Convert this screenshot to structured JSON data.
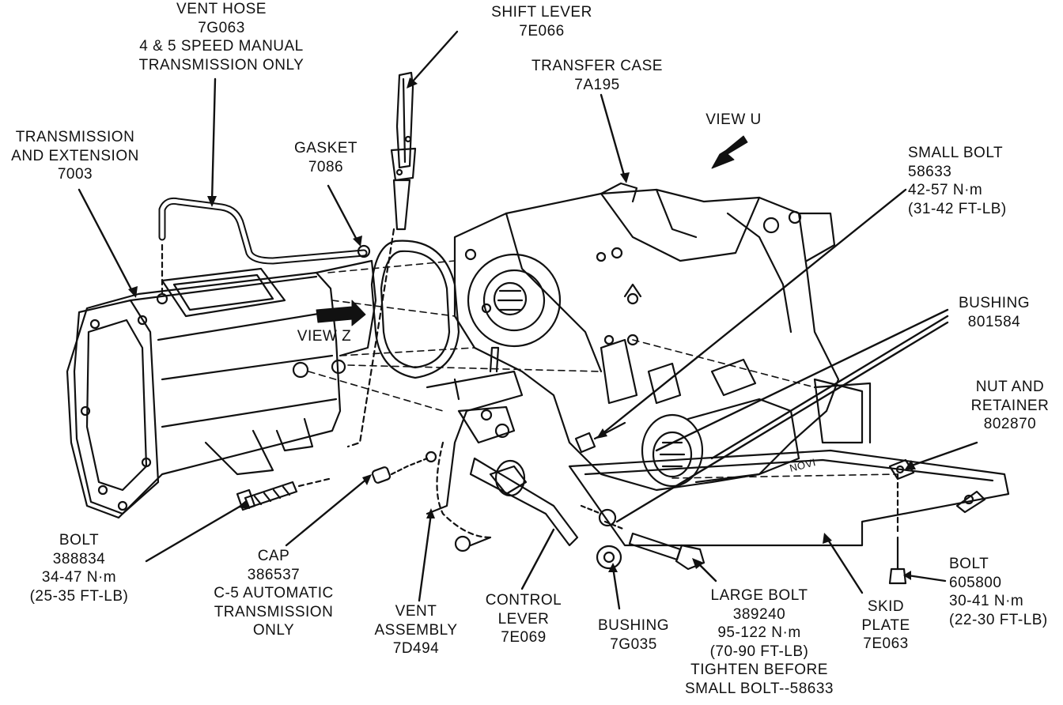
{
  "colors": {
    "ink": "#111111",
    "paper": "#ffffff"
  },
  "labels": {
    "vent_hose": [
      "VENT HOSE",
      "7G063",
      "4 & 5 SPEED MANUAL",
      "TRANSMISSION ONLY"
    ],
    "shift_lever": [
      "SHIFT LEVER",
      "7E066"
    ],
    "transfer_case": [
      "TRANSFER CASE",
      "7A195"
    ],
    "view_u": "VIEW U",
    "transmission": [
      "TRANSMISSION",
      "AND EXTENSION",
      "7003"
    ],
    "gasket": [
      "GASKET",
      "7086"
    ],
    "small_bolt": [
      "SMALL BOLT",
      "58633",
      "42-57 N·m",
      "(31-42 FT-LB)"
    ],
    "view_z": "VIEW Z",
    "bushing_801584": [
      "BUSHING",
      "801584"
    ],
    "nut_retainer": [
      "NUT AND",
      "RETAINER",
      "802870"
    ],
    "bolt_388834": [
      "BOLT",
      "388834",
      "34-47 N·m",
      "(25-35 FT-LB)"
    ],
    "cap": [
      "CAP",
      "386537",
      "C-5 AUTOMATIC",
      "TRANSMISSION",
      "ONLY"
    ],
    "vent_assembly": [
      "VENT",
      "ASSEMBLY",
      "7D494"
    ],
    "control_lever": [
      "CONTROL",
      "LEVER",
      "7E069"
    ],
    "bushing_7g035": [
      "BUSHING",
      "7G035"
    ],
    "large_bolt": [
      "LARGE BOLT",
      "389240",
      "95-122 N·m",
      "(70-90 FT-LB)",
      "TIGHTEN BEFORE",
      "SMALL BOLT--58633"
    ],
    "skid_plate": [
      "SKID",
      "PLATE",
      "7E063"
    ],
    "bolt_605800": [
      "BOLT",
      "605800",
      "30-41 N·m",
      "(22-30 FT-LB)"
    ],
    "transfer_case_cast": "NOVI"
  }
}
